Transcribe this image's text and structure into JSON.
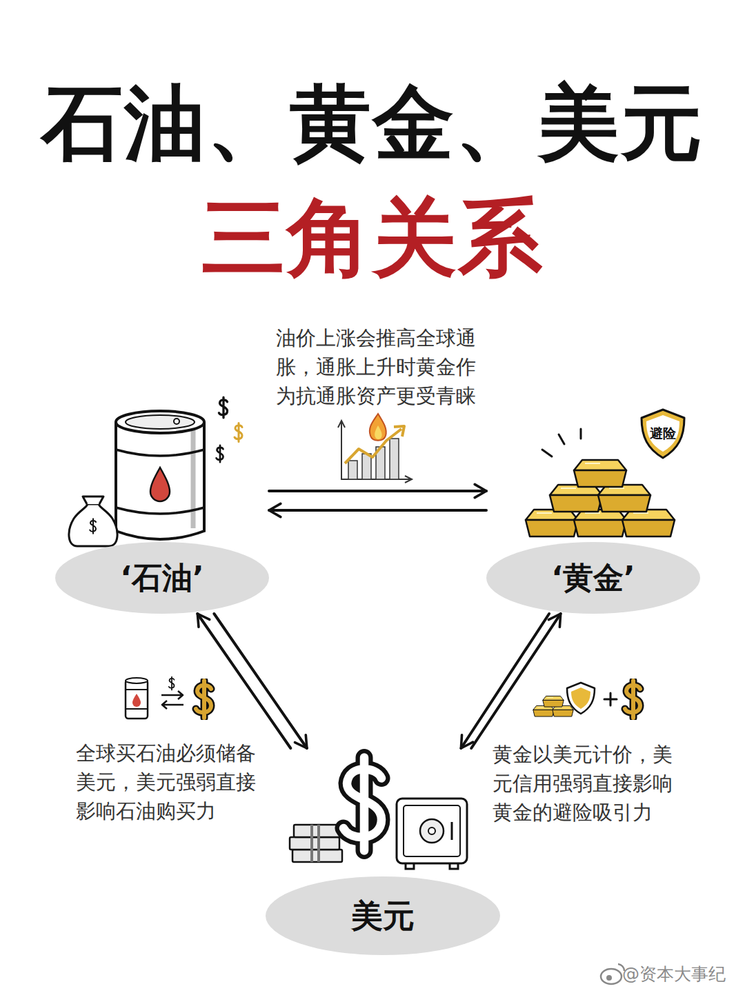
{
  "diagram": {
    "title": "石油、黄金、美元",
    "nodes": [
      {
        "text": [
          "‘石油’"
        ]
      },
      {
        "text": [
          "‘黄金’"
        ]
      },
      {
        "text": [
          "美元"
        ]
      }
    ],
    "edges": [
      {
        "from": 0,
        "to": 1,
        "arrow": "to"
      },
      {
        "from": 1,
        "to": 0,
        "arrow": "to"
      },
      {
        "from": 2,
        "to": 0,
        "arrow": "to"
      },
      {
        "from": 0,
        "to": 2,
        "arrow": "to"
      },
      {
        "from": 2,
        "to": 1,
        "arrow": "to"
      },
      {
        "from": 1,
        "to": 2,
        "arrow": "to"
      }
    ],
    "labels": [
      "三角关系",
      "油价上涨会推高全球通胀，通胀上升时黄金作为抗通胀资产更受青睐",
      "全球买石油必须储备美元，美元强弱直接影响石油购买力",
      "黄金以美元计价，美元信用强弱直接影响黄金的避险吸引力",
      "避险",
      "@资本大事纪"
    ]
  }
}
